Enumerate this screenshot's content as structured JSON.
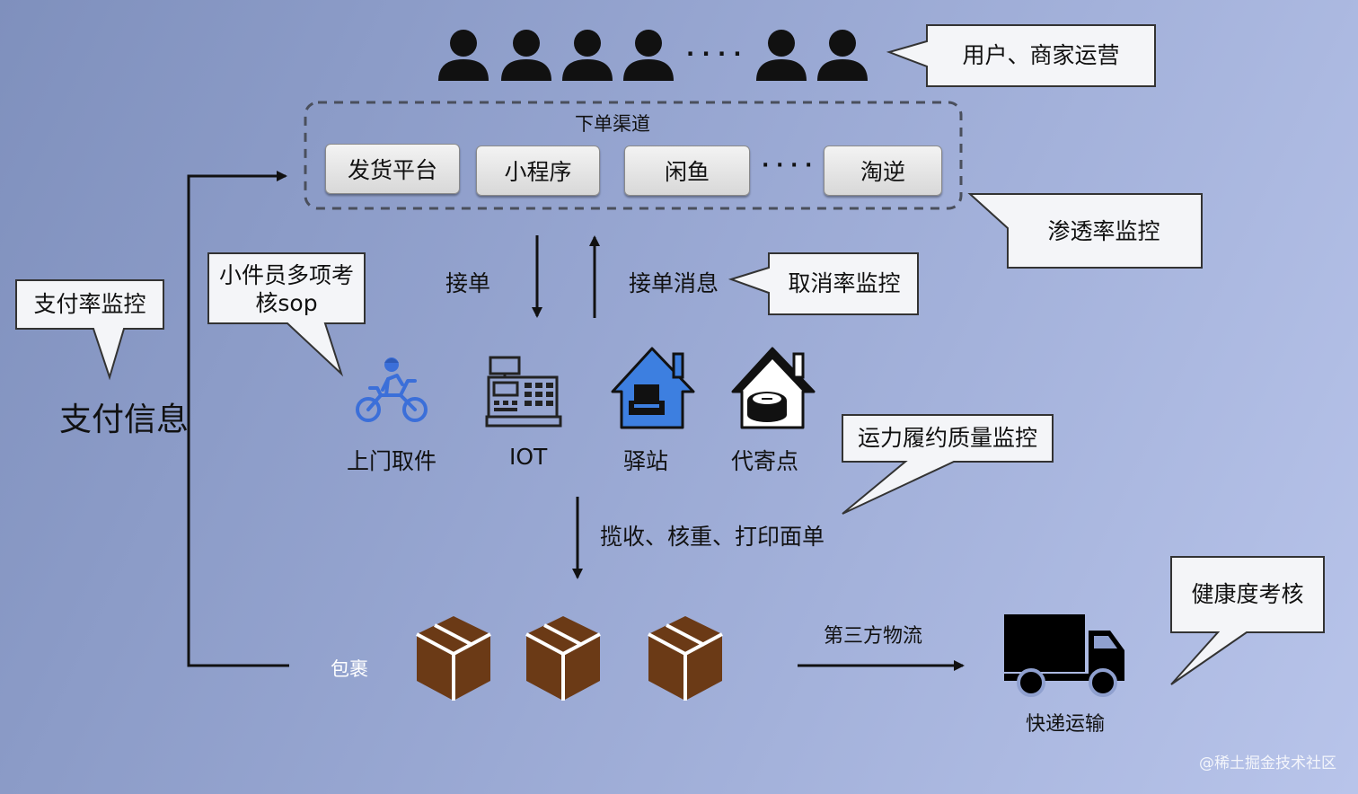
{
  "users": {
    "ellipsis_1": "· · · ·"
  },
  "callouts": {
    "user_ops": "用户、商家运营",
    "penetration": "渗透率监控",
    "cancel": "取消率监控",
    "pay_rate": "支付率监控",
    "courier_sop": "小件员多项考核sop",
    "capacity": "运力履约质量监控",
    "health": "健康度考核"
  },
  "channels": {
    "title": "下单渠道",
    "items": [
      "发货平台",
      "小程序",
      "闲鱼",
      "淘逆"
    ],
    "ellipsis": "· · · ·"
  },
  "flow": {
    "accept_order": "接单",
    "accept_msg": "接单消息",
    "pay_info": "支付信息",
    "collect": "揽收、核重、打印面单",
    "third_party": "第三方物流",
    "package": "包裹",
    "express": "快递运输"
  },
  "nodes": [
    {
      "label": "上门取件",
      "icon": "motorcycle-courier-icon"
    },
    {
      "label": "IOT",
      "icon": "cash-register-icon"
    },
    {
      "label": "驿站",
      "icon": "post-station-house-icon"
    },
    {
      "label": "代寄点",
      "icon": "agent-point-house-icon"
    }
  ],
  "colors": {
    "box_brown": "#6b3a16",
    "house_blue": "#3d7fe0",
    "courier_blue": "#3b6fd9"
  },
  "watermark": "@稀土掘金技术社区"
}
